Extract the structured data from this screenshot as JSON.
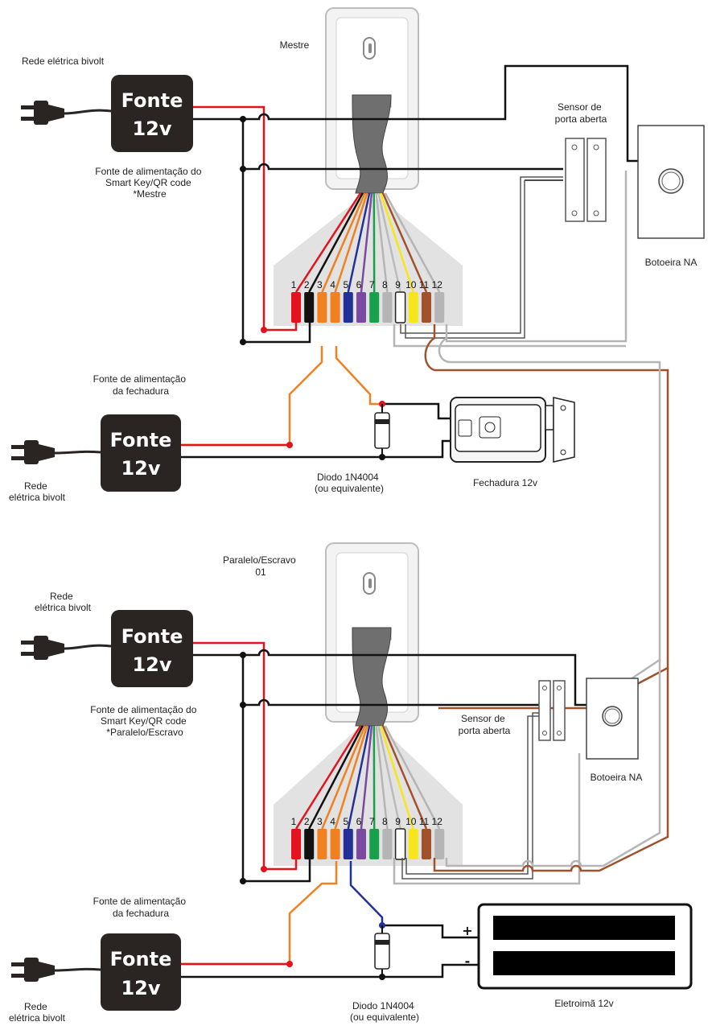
{
  "master": {
    "title": "Mestre",
    "mains": "Rede elétrica bivolt",
    "psu": {
      "line1": "Fonte",
      "line2": "12v"
    },
    "psu_caption": [
      "Fonte de alimentação do",
      "Smart Key/QR code",
      "*Mestre"
    ],
    "sensor": [
      "Sensor de",
      "porta aberta"
    ],
    "button": "Botoeira NA",
    "lock_psu_title": [
      "Fonte de alimentação",
      "da fechadura"
    ],
    "lock_psu": {
      "line1": "Fonte",
      "line2": "12v"
    },
    "lock_mains": [
      "Rede",
      "elétrica bivolt"
    ],
    "diode": [
      "Diodo 1N4004",
      "(ou equivalente)"
    ],
    "lock": "Fechadura 12v"
  },
  "slave": {
    "title": [
      "Paralelo/Escravo",
      "01"
    ],
    "mains": [
      "Rede",
      "elétrica bivolt"
    ],
    "psu": {
      "line1": "Fonte",
      "line2": "12v"
    },
    "psu_caption": [
      "Fonte de alimentação do",
      "Smart Key/QR code",
      "*Paralelo/Escravo"
    ],
    "sensor": [
      "Sensor de",
      "porta aberta"
    ],
    "button": "Botoeira NA",
    "lock_psu_title": [
      "Fonte de alimentação",
      "da fechadura"
    ],
    "lock_psu": {
      "line1": "Fonte",
      "line2": "12v"
    },
    "lock_mains": [
      "Rede",
      "elétrica bivolt"
    ],
    "diode": [
      "Diodo 1N4004",
      "(ou equivalente)"
    ],
    "magnet": "Eletroimã 12v",
    "plus": "+",
    "minus": "-"
  },
  "terminal_labels": [
    "1",
    "2",
    "3",
    "4",
    "5",
    "6",
    "7",
    "8",
    "9",
    "10",
    "11",
    "12"
  ],
  "wire_colors": [
    "#e3121c",
    "#111111",
    "#f08020",
    "#f08020",
    "#22319a",
    "#7a4aa0",
    "#19a04a",
    "#b5b5b5",
    "#ffffff",
    "#f7e61a",
    "#a0522d",
    "#b5b5b5"
  ],
  "colors": {
    "psu_fill": "#2a2523",
    "positive": "#e3121c",
    "negative": "#111111",
    "alarm": "#a0522d",
    "grey": "#b5b5b5",
    "fan": "#e2e2e2",
    "lock_psu_wire": "#f08020",
    "magnet_wire": "#22319a"
  }
}
